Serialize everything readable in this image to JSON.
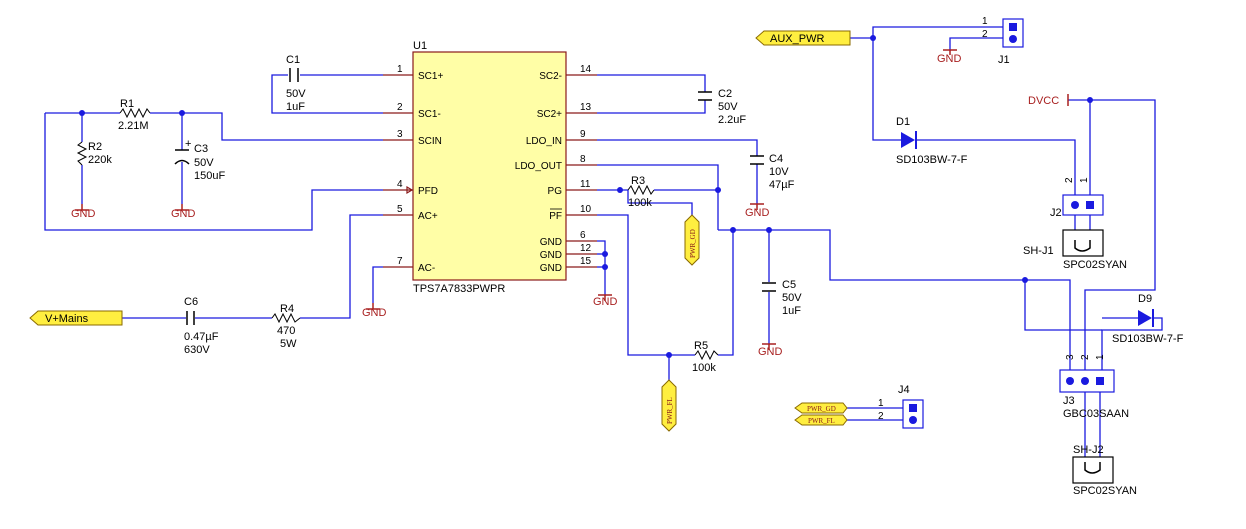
{
  "ic": {
    "ref": "U1",
    "part": "TPS7A7833PWPR",
    "left_pins": [
      {
        "num": "1",
        "name": "SC1+"
      },
      {
        "num": "2",
        "name": "SC1-"
      },
      {
        "num": "3",
        "name": "SCIN"
      },
      {
        "num": "4",
        "name": "PFD"
      },
      {
        "num": "5",
        "name": "AC+"
      },
      {
        "num": "7",
        "name": "AC-"
      }
    ],
    "right_pins": [
      {
        "num": "14",
        "name": "SC2-"
      },
      {
        "num": "13",
        "name": "SC2+"
      },
      {
        "num": "9",
        "name": "LDO_IN"
      },
      {
        "num": "8",
        "name": "LDO_OUT"
      },
      {
        "num": "11",
        "name": "PG"
      },
      {
        "num": "10",
        "name": "PF"
      },
      {
        "num": "6",
        "name": "GND"
      },
      {
        "num": "12",
        "name": "GND"
      },
      {
        "num": "15",
        "name": "GND"
      }
    ]
  },
  "parts": {
    "c1": {
      "ref": "C1",
      "v1": "50V",
      "v2": "1uF"
    },
    "c2": {
      "ref": "C2",
      "v1": "50V",
      "v2": "2.2uF"
    },
    "c3": {
      "ref": "C3",
      "v1": "50V",
      "v2": "150uF"
    },
    "c4": {
      "ref": "C4",
      "v1": "10V",
      "v2": "47µF"
    },
    "c5": {
      "ref": "C5",
      "v1": "50V",
      "v2": "1uF"
    },
    "c6": {
      "ref": "C6",
      "v1": "0.47µF",
      "v2": "630V"
    },
    "r1": {
      "ref": "R1",
      "v1": "2.21M"
    },
    "r2": {
      "ref": "R2",
      "v1": "220k"
    },
    "r3": {
      "ref": "R3",
      "v1": "100k"
    },
    "r4": {
      "ref": "R4",
      "v1": "470",
      "v2": "5W"
    },
    "r5": {
      "ref": "R5",
      "v1": "100k"
    },
    "d1": {
      "ref": "D1",
      "v1": "SD103BW-7-F"
    },
    "d9": {
      "ref": "D9",
      "v1": "SD103BW-7-F"
    },
    "j1": {
      "ref": "J1",
      "p1": "1",
      "p2": "2"
    },
    "j2": {
      "ref": "J2",
      "p1": "1",
      "p2": "2"
    },
    "j3": {
      "ref": "J3",
      "v1": "GBC03SAAN",
      "p1": "1",
      "p2": "2",
      "p3": "3"
    },
    "j4": {
      "ref": "J4",
      "p1": "1",
      "p2": "2"
    },
    "shj1": {
      "ref": "SH-J1",
      "v1": "SPC02SYAN"
    },
    "shj2": {
      "ref": "SH-J2",
      "v1": "SPC02SYAN"
    }
  },
  "nets": {
    "gnd": "GND",
    "aux_pwr": "AUX_PWR",
    "v_mains": "V+Mains",
    "dvcc": "DVCC",
    "pwr_gd": "PWR_GD",
    "pwr_fl": "PWR_FL"
  }
}
